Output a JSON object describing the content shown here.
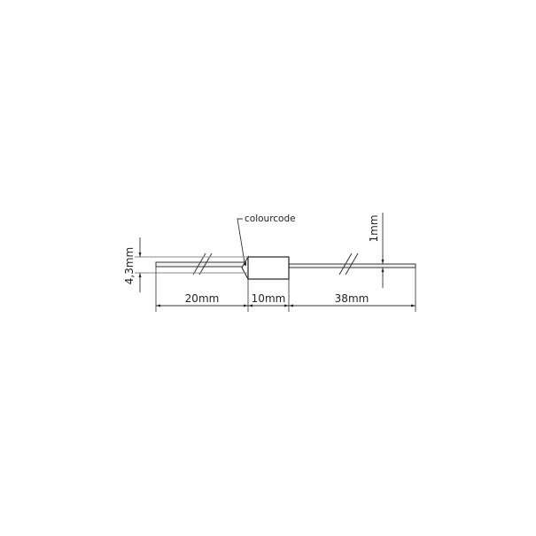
{
  "diagram": {
    "type": "technical-drawing",
    "subject": "axial thermal fuse component",
    "colors": {
      "background": "#ffffff",
      "line": "#222222",
      "wire_fill": "#f2f2f2",
      "body_fill": "#ffffff"
    },
    "labels": {
      "colourcode": "colourcode",
      "diameter_body": "4,3mm",
      "diameter_wire": "1mm",
      "length_left_lead": "20mm",
      "length_body": "10mm",
      "length_right_lead": "38mm"
    }
  }
}
